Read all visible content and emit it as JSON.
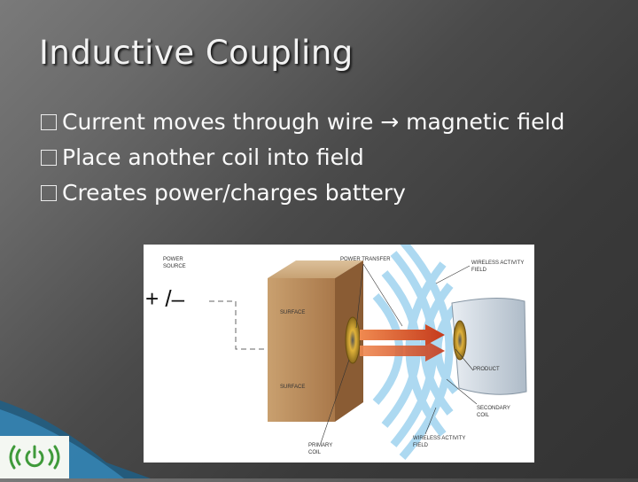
{
  "slide": {
    "title": "Inductive Coupling",
    "bullets": [
      "Current moves through wire → magnetic field",
      "Place another coil into field",
      "Creates power/charges battery"
    ]
  },
  "figure": {
    "plus_minus": "+ /–",
    "labels": {
      "power_source_1": "POWER",
      "power_source_2": "SOURCE",
      "power_transfer": "POWER TRANSFER",
      "wireless_field_top_1": "WIRELESS ACTIVITY",
      "wireless_field_top_2": "FIELD",
      "surface_top": "SURFACE",
      "surface_bottom": "SURFACE",
      "product": "PRODUCT",
      "secondary_coil_1": "SECONDARY",
      "secondary_coil_2": "COIL",
      "primary_coil_1": "PRIMARY",
      "primary_coil_2": "COIL",
      "wireless_field_bottom_1": "WIRELESS ACTIVITY",
      "wireless_field_bottom_2": "FIELD"
    }
  },
  "colors": {
    "background": "#4a4a4a",
    "title": "#f2f2f2",
    "logo_green": "#3f9a3a"
  },
  "icons": {
    "logo": "wireless-power-logo-icon"
  }
}
